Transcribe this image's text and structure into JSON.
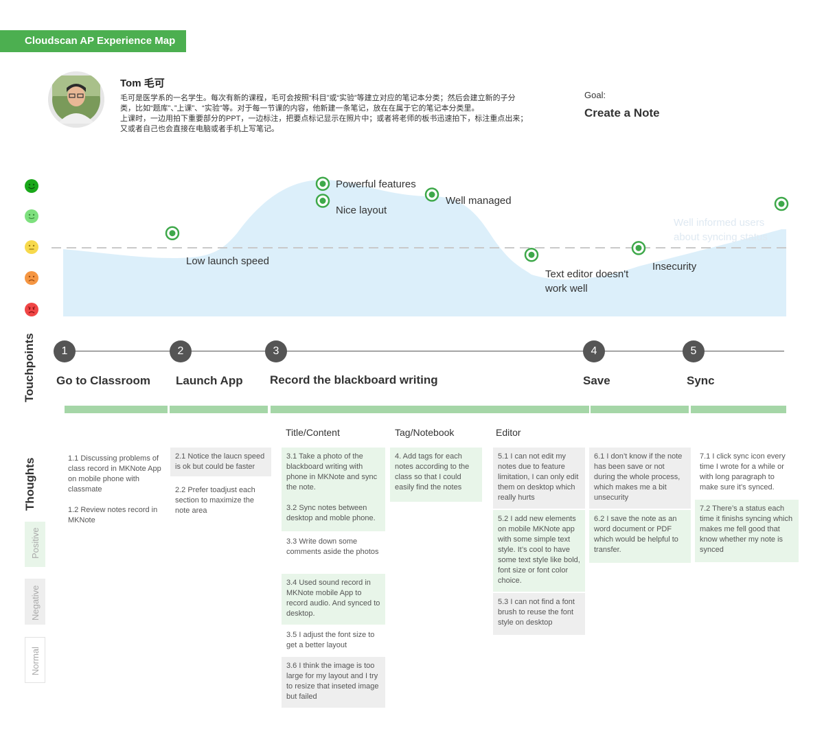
{
  "header": {
    "title": "Cloudscan AP Experience Map"
  },
  "persona": {
    "name": "Tom 毛可",
    "description": "毛可是医学系的一名学生。每次有新的课程，毛可会按照“科目”或“实验”等建立对应的笔记本分类；然后会建立新的子分类，比如“题库”、”上课”、“实验”等。对于每一节课的内容，他新建一条笔记，放在在属于它的笔记本分类里。\n上课时，一边用拍下重要部分的PPT，一边标注，把要点标记显示在照片中；或者将老师的板书迅速拍下，标注重点出来；又或者自己也会直接在电脑或者手机上写笔记。"
  },
  "goal": {
    "label": "Goal:",
    "value": "Create a Note"
  },
  "emotion_scale": [
    {
      "icon": "very-happy-face-icon",
      "color": "#1aa81a"
    },
    {
      "icon": "happy-face-icon",
      "color": "#7ee07e"
    },
    {
      "icon": "neutral-face-icon",
      "color": "#f7d94c"
    },
    {
      "icon": "sad-face-icon",
      "color": "#f59642"
    },
    {
      "icon": "angry-face-icon",
      "color": "#f04646"
    }
  ],
  "journey_points": [
    {
      "label": "Low launch speed",
      "level": 2.45
    },
    {
      "label": "Powerful features",
      "level": 4.05
    },
    {
      "label": "Nice layout",
      "level": 3.5
    },
    {
      "label": "Well managed",
      "level": 3.7
    },
    {
      "label": "Text editor doesn't work well",
      "level": 1.75
    },
    {
      "label": "Insecurity",
      "level": 1.97
    },
    {
      "label": "Well informed users about syncing status",
      "level": 3.4
    }
  ],
  "touchpoints_label": "Touchpoints",
  "touchpoints": [
    {
      "number": "1",
      "name": "Go to Classroom"
    },
    {
      "number": "2",
      "name": "Launch App"
    },
    {
      "number": "3",
      "name": "Record the blackboard writing"
    },
    {
      "number": "4",
      "name": "Save"
    },
    {
      "number": "5",
      "name": "Sync"
    }
  ],
  "thoughts_label": "Thoughts",
  "legend": {
    "positive": "Positive",
    "negative": "Negative",
    "normal": "Normal"
  },
  "columns": {
    "title_content": "Title/Content",
    "tag_notebook": "Tag/Notebook",
    "editor": "Editor"
  },
  "thoughts": {
    "classroom": [
      "1.1 Discussing problems of class record in MKNote App on mobile phone with classmate",
      "1.2 Review notes record in MKNote"
    ],
    "launch": [
      "2.1 Notice the laucn speed is ok but could be faster",
      "2.2 Prefer toadjust each section to maximize the note area"
    ],
    "title_content": [
      "3.1 Take a photo of the blackboard writing with phone in MKNote and sync the note.",
      "3.2 Sync notes between desktop and moble phone.",
      "3.3 Write down some comments aside the photos",
      "3.4 Used sound record in MKNote mobile App to record audio. And synced to desktop.",
      "3.5 I adjust the font size to get a better layout",
      "3.6 I think the image is too large for my layout and I try to resize that inseted image but failed"
    ],
    "tag": [
      "4. Add tags for each notes according to the class so that I could easily find the notes"
    ],
    "editor": [
      "5.1 I can not edit my notes due to feature limitation, I can only edit them on desktop which really hurts",
      "5.2 I add new elements on mobile MKNote app with some simple text style. It’s cool to have some text style like bold, font size or font color choice.",
      "5.3 I can not  find  a font brush to reuse the font style on desktop"
    ],
    "save": [
      "6.1 I don’t know if the note has been save or not during the whole process, which makes me a bit unsecurity",
      "6.2 I save the note as an word document or PDF which would be helpful to transfer."
    ],
    "sync": [
      "7.1 I click sync icon every time I wrote for a while or with long paragraph to make sure it’s synced.",
      "7.2 There’s a status each time it finishs syncing which makes me fell good that know whether my note is synced"
    ]
  }
}
